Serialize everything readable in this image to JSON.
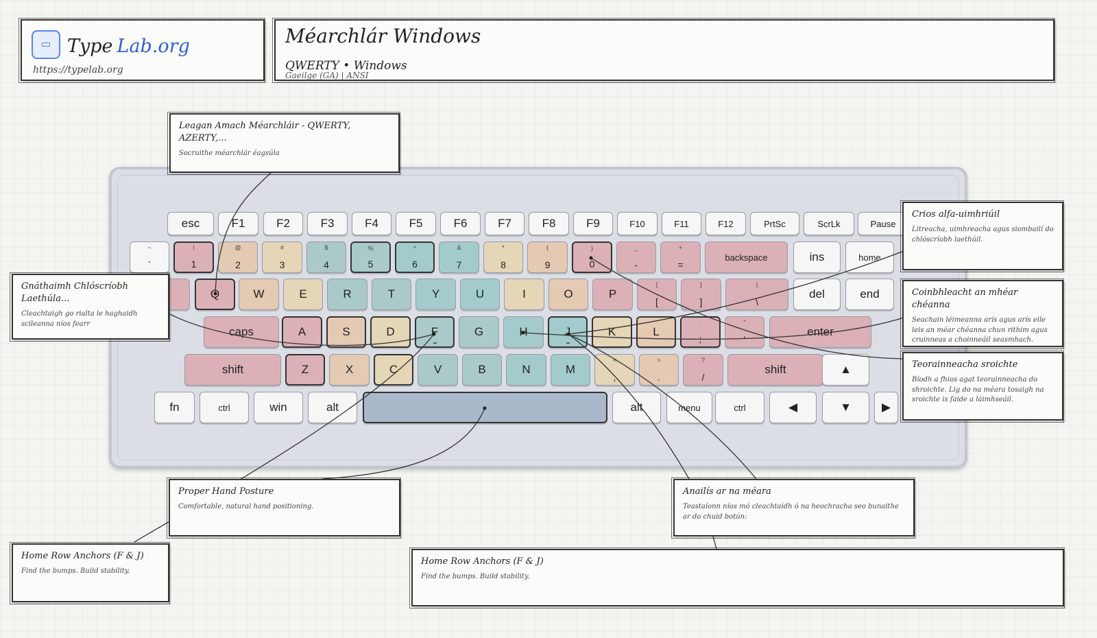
{
  "header": {
    "brand_part1": "Type",
    "brand_part2": "Lab.org",
    "url": "https://typelab.org",
    "title": "Méarchlár Windows",
    "layout_line": "QWERTY • Windows",
    "locale_line": "Gaeilge (GA)  |  ANSI"
  },
  "colors": {
    "accent": "#2b5fd9",
    "pinky": "#dcb0b7",
    "ring": "#e4c9b3",
    "middle": "#e4d6b6",
    "index_left": "#aac9c9",
    "index_right": "#a3cbcb",
    "neutral": "#f6f6f6",
    "space": "#a9b8cb"
  },
  "notes": [
    {
      "id": "layouts",
      "title": "Leagan Amach Méarchláir - QWERTY, AZERTY,...",
      "text": "Socruithe méarchlár éagsúla"
    },
    {
      "id": "habits",
      "title": "Gnáthaimh Chlóscríobh Laethúla...",
      "text": "Cleachtaigh go rialta le haghaidh scileanna níos fearr"
    },
    {
      "id": "alnum",
      "title": "Crios alfa-uimhriúil",
      "text": "Litreacha, uimhreacha agus siombailí do chlóscríobh laethúil."
    },
    {
      "id": "coord",
      "title": "Coinbhleacht an mhéar chéanna",
      "text": "Seachain léimeanna arís agus arís eile leis an méar chéanna chun rithim agus cruinneas a choinneáil seasmhach."
    },
    {
      "id": "reach",
      "title": "Teorainneacha sroichte",
      "text": "Bíodh a fhios agat teorainneacha do shroichte. Lig do na méara tosaigh na sroichte is faide a láimhseáil."
    },
    {
      "id": "posture",
      "title": "Proper Hand Posture",
      "text": "Comfortable, natural hand positioning."
    },
    {
      "id": "analysis",
      "title": "Anailís ar na méara",
      "text": "Teastaíonn níos mó cleachtaidh ó na heochracha seo bunaithe ar do chuid botún:"
    },
    {
      "id": "anchors_left",
      "title": "Home Row Anchors (F & J)",
      "text": "Find the bumps. Build stability."
    },
    {
      "id": "anchors_bottom",
      "title": "Home Row Anchors (F & J)",
      "text": "Find the bumps. Build stability."
    }
  ],
  "keyboard": {
    "rows": [
      [
        {
          "id": "esc",
          "label": "esc",
          "c": "gray"
        },
        {
          "id": "f1",
          "label": "F1",
          "c": "gray"
        },
        {
          "id": "f2",
          "label": "F2",
          "c": "gray"
        },
        {
          "id": "f3",
          "label": "F3",
          "c": "gray"
        },
        {
          "id": "f4",
          "label": "F4",
          "c": "gray"
        },
        {
          "id": "f5",
          "label": "F5",
          "c": "gray"
        },
        {
          "id": "f6",
          "label": "F6",
          "c": "gray"
        },
        {
          "id": "f7",
          "label": "F7",
          "c": "gray"
        },
        {
          "id": "f8",
          "label": "F8",
          "c": "gray"
        },
        {
          "id": "f9",
          "label": "F9",
          "c": "gray"
        },
        {
          "id": "f10",
          "label": "F10",
          "c": "gray",
          "sm": true
        },
        {
          "id": "f11",
          "label": "F11",
          "c": "gray",
          "sm": true
        },
        {
          "id": "f12",
          "label": "F12",
          "c": "gray",
          "sm": true
        },
        {
          "id": "prtsc",
          "label": "PrtSc",
          "c": "gray",
          "sm": true
        },
        {
          "id": "scrlk",
          "label": "ScrLk",
          "c": "gray",
          "sm": true
        },
        {
          "id": "pause",
          "label": "Pause",
          "c": "gray",
          "sm": true
        }
      ],
      [
        {
          "id": "backtick",
          "label": "`",
          "sub": "~",
          "c": "gray"
        },
        {
          "id": "1",
          "label": "1",
          "sub": "!",
          "c": "pink",
          "dk": true
        },
        {
          "id": "2",
          "label": "2",
          "sub": "@",
          "c": "peach"
        },
        {
          "id": "3",
          "label": "3",
          "sub": "#",
          "c": "sand"
        },
        {
          "id": "4",
          "label": "4",
          "sub": "$",
          "c": "teal"
        },
        {
          "id": "5",
          "label": "5",
          "sub": "%",
          "c": "teal",
          "dk": true
        },
        {
          "id": "6",
          "label": "6",
          "sub": "^",
          "c": "teal2",
          "dk": true
        },
        {
          "id": "7",
          "label": "7",
          "sub": "&",
          "c": "teal2"
        },
        {
          "id": "8",
          "label": "8",
          "sub": "*",
          "c": "sand"
        },
        {
          "id": "9",
          "label": "9",
          "sub": "(",
          "c": "peach"
        },
        {
          "id": "0",
          "label": "0",
          "sub": ")",
          "c": "pink",
          "dk": true
        },
        {
          "id": "minus",
          "label": "-",
          "sub": "_",
          "c": "pink"
        },
        {
          "id": "equal",
          "label": "=",
          "sub": "+",
          "c": "pink"
        },
        {
          "id": "backspace",
          "label": "backspace",
          "c": "pink",
          "sm": true
        },
        {
          "id": "ins",
          "label": "ins",
          "c": "gray"
        },
        {
          "id": "home",
          "label": "home",
          "c": "gray",
          "sm": true
        }
      ],
      [
        {
          "id": "tab",
          "label": "",
          "c": "pink"
        },
        {
          "id": "q",
          "label": "Q",
          "c": "pink",
          "dk": true
        },
        {
          "id": "w",
          "label": "W",
          "c": "peach"
        },
        {
          "id": "e",
          "label": "E",
          "c": "sand"
        },
        {
          "id": "r",
          "label": "R",
          "c": "teal"
        },
        {
          "id": "t",
          "label": "T",
          "c": "teal"
        },
        {
          "id": "y",
          "label": "Y",
          "c": "teal2"
        },
        {
          "id": "u",
          "label": "U",
          "c": "teal2"
        },
        {
          "id": "i",
          "label": "I",
          "c": "sand"
        },
        {
          "id": "o",
          "label": "O",
          "c": "peach"
        },
        {
          "id": "p",
          "label": "P",
          "c": "pink"
        },
        {
          "id": "lbracket",
          "label": "[",
          "sub": "{",
          "c": "pink"
        },
        {
          "id": "rbracket",
          "label": "]",
          "sub": "}",
          "c": "pink"
        },
        {
          "id": "backslash",
          "label": "\\",
          "sub": "|",
          "c": "pink"
        },
        {
          "id": "del",
          "label": "del",
          "c": "gray"
        },
        {
          "id": "end",
          "label": "end",
          "c": "gray"
        }
      ],
      [
        {
          "id": "caps",
          "label": "caps",
          "c": "pink"
        },
        {
          "id": "a",
          "label": "A",
          "c": "pink",
          "dk": true
        },
        {
          "id": "s",
          "label": "S",
          "c": "peach",
          "dk": true
        },
        {
          "id": "d",
          "label": "D",
          "c": "sand",
          "dk": true
        },
        {
          "id": "f",
          "label": "F",
          "c": "teal",
          "dk": true,
          "bump": true
        },
        {
          "id": "g",
          "label": "G",
          "c": "teal"
        },
        {
          "id": "h",
          "label": "H",
          "c": "teal2"
        },
        {
          "id": "j",
          "label": "J",
          "c": "teal2",
          "dk": true,
          "bump": true
        },
        {
          "id": "k",
          "label": "K",
          "c": "sand",
          "dk": true
        },
        {
          "id": "l",
          "label": "L",
          "c": "peach",
          "dk": true
        },
        {
          "id": "semicolon",
          "label": ";",
          "sub": ":",
          "c": "pink",
          "dk": true
        },
        {
          "id": "quote",
          "label": "'",
          "sub": "\"",
          "c": "pink"
        },
        {
          "id": "enter",
          "label": "enter",
          "c": "pink"
        }
      ],
      [
        {
          "id": "lshift",
          "label": "shift",
          "c": "pink"
        },
        {
          "id": "z",
          "label": "Z",
          "c": "pink",
          "dk": true
        },
        {
          "id": "x",
          "label": "X",
          "c": "peach"
        },
        {
          "id": "c",
          "label": "C",
          "c": "sand",
          "dk": true
        },
        {
          "id": "v",
          "label": "V",
          "c": "teal"
        },
        {
          "id": "b",
          "label": "B",
          "c": "teal"
        },
        {
          "id": "n",
          "label": "N",
          "c": "teal2"
        },
        {
          "id": "m",
          "label": "M",
          "c": "teal2"
        },
        {
          "id": "comma",
          "label": ",",
          "sub": "<",
          "c": "sand"
        },
        {
          "id": "period",
          "label": ".",
          "sub": ">",
          "c": "peach"
        },
        {
          "id": "slash",
          "label": "/",
          "sub": "?",
          "c": "pink"
        },
        {
          "id": "rshift",
          "label": "shift",
          "c": "pink"
        },
        {
          "id": "up",
          "label": "▲",
          "c": "gray"
        }
      ],
      [
        {
          "id": "fn",
          "label": "fn",
          "c": "gray"
        },
        {
          "id": "lctrl",
          "label": "ctrl",
          "c": "gray",
          "sm": true
        },
        {
          "id": "win",
          "label": "win",
          "c": "gray"
        },
        {
          "id": "lalt",
          "label": "alt",
          "c": "gray"
        },
        {
          "id": "space",
          "label": "",
          "c": "space",
          "dk": true
        },
        {
          "id": "ralt",
          "label": "alt",
          "c": "gray"
        },
        {
          "id": "menu",
          "label": "menu",
          "c": "gray",
          "sm": true
        },
        {
          "id": "rctrl",
          "label": "ctrl",
          "c": "gray",
          "sm": true
        },
        {
          "id": "left",
          "label": "◀",
          "c": "gray"
        },
        {
          "id": "down",
          "label": "▼",
          "c": "gray"
        },
        {
          "id": "right",
          "label": "▶",
          "c": "gray"
        }
      ]
    ]
  }
}
